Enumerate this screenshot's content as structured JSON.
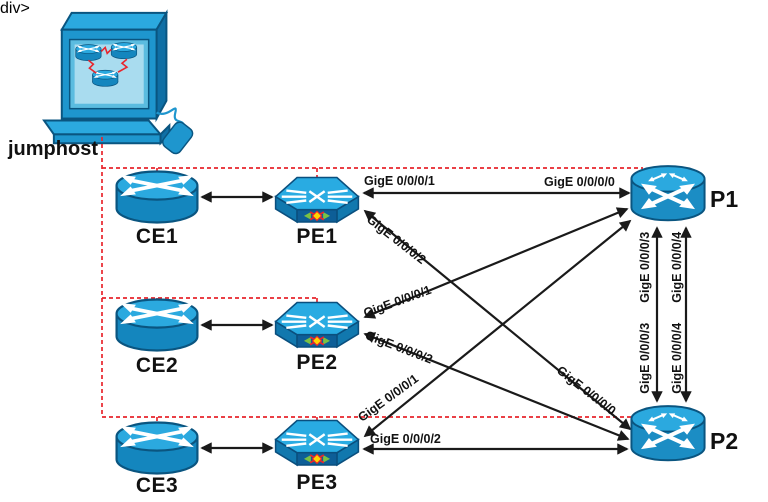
{
  "diagram": {
    "jumphost": {
      "label": "jumphost"
    },
    "nodes": {
      "ce1": {
        "label": "CE1"
      },
      "ce2": {
        "label": "CE2"
      },
      "ce3": {
        "label": "CE3"
      },
      "pe1": {
        "label": "PE1"
      },
      "pe2": {
        "label": "PE2"
      },
      "pe3": {
        "label": "PE3"
      },
      "p1": {
        "label": "P1"
      },
      "p2": {
        "label": "P2"
      }
    },
    "links": {
      "pe1_p1": {
        "pe1_end": "GigE 0/0/0/1",
        "p1_end": "GigE 0/0/0/0"
      },
      "pe1_p2": {
        "pe1_end": "GigE 0/0/0/2",
        "p2_end": "GigE 0/0/0/0"
      },
      "pe2_p1": {
        "pe2_end": "GigE 0/0/0/1"
      },
      "pe2_p2": {
        "pe2_end": "GigE 0/0/0/2"
      },
      "pe3_p1": {
        "pe3_end": "GigE 0/0/0/1"
      },
      "pe3_p2": {
        "pe3_end": "GigE 0/0/0/2"
      },
      "p1_p2_a": {
        "p1_end": "GigE 0/0/0/3",
        "p2_end": "GigE 0/0/0/3"
      },
      "p1_p2_b": {
        "p1_end": "GigE 0/0/0/4",
        "p2_end": "GigE 0/0/0/4"
      }
    },
    "colors": {
      "cisco_blue": "#1E96CE",
      "cisco_blue_light": "#2BA9DF",
      "cisco_blue_dark": "#0F6FA5",
      "outline_dark": "#0A5580",
      "mgmt_red": "#E8252D",
      "link_black": "#1A1A1A"
    }
  }
}
